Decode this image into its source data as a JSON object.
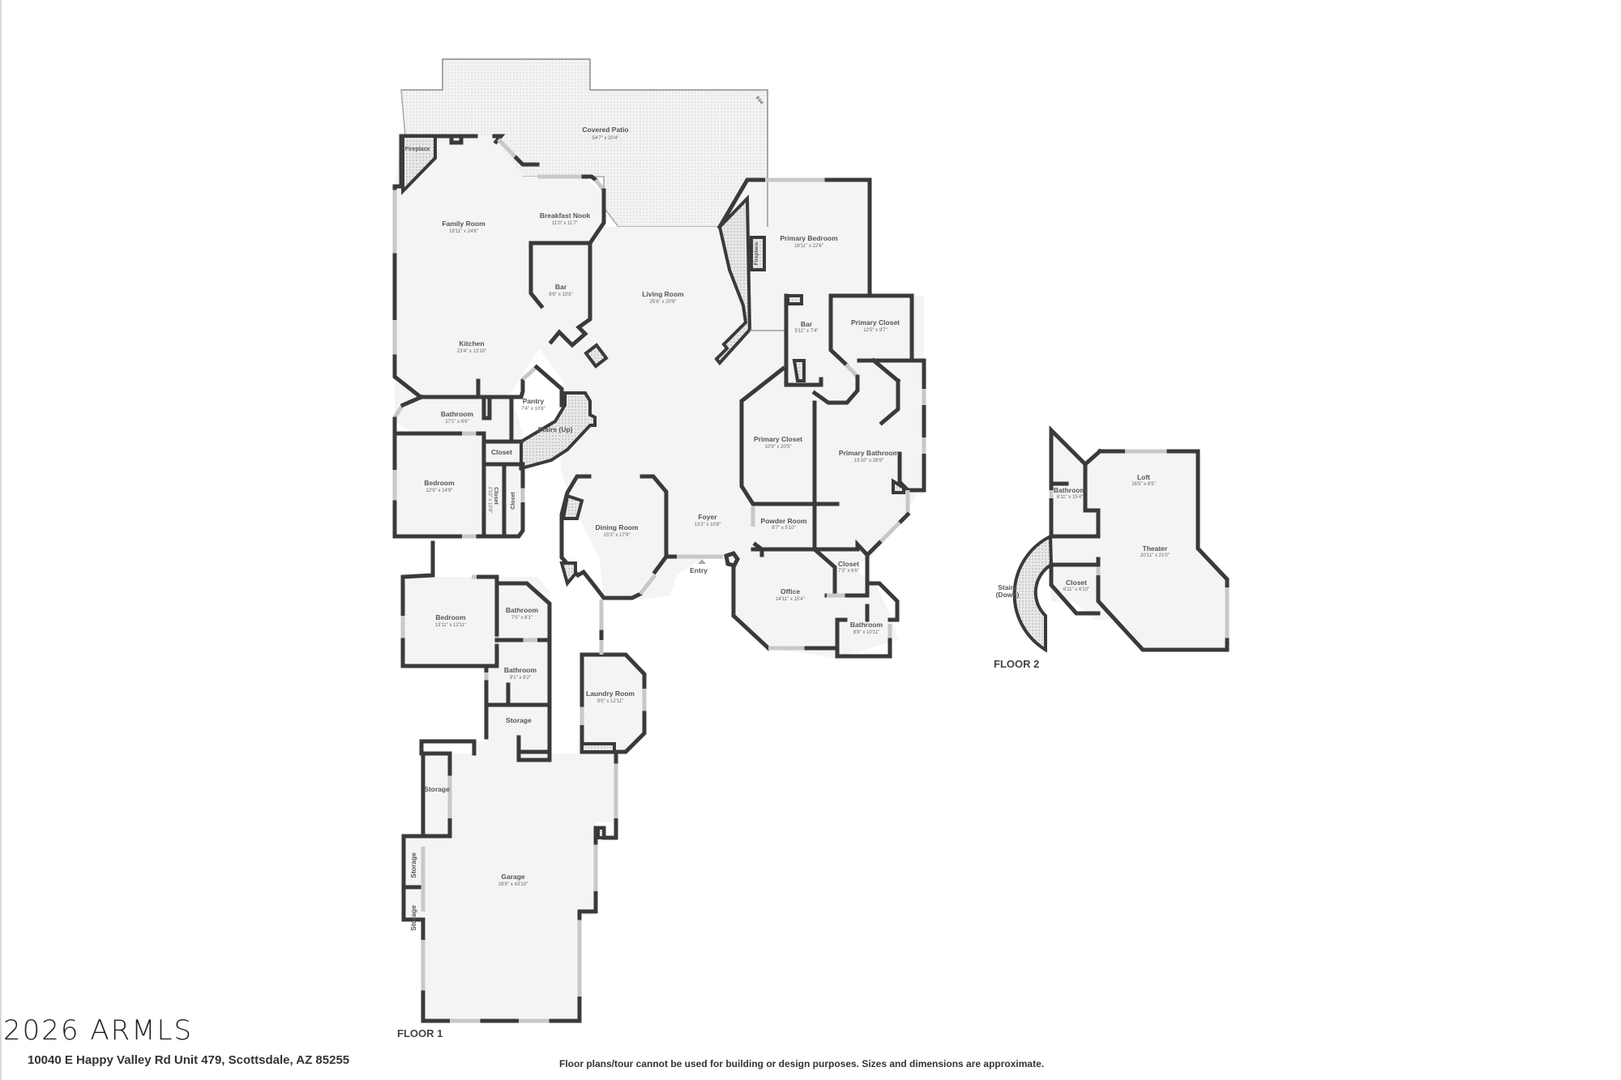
{
  "watermark": "2026 ARMLS",
  "address": "10040 E Happy Valley Rd Unit 479, Scottsdale, AZ 85255",
  "disclaimer": "Floor plans/tour cannot be used for building or design purposes. Sizes and dimensions are approximate.",
  "floors": [
    {
      "label": "FLOOR 1",
      "rooms": [
        {
          "name": "Covered Patio",
          "dims": "54'7\" x 20'4\""
        },
        {
          "name": "Fireplace",
          "dims": ""
        },
        {
          "name": "Fire",
          "dims": ""
        },
        {
          "name": "Family Room",
          "dims": "19'11\" x 24'6\""
        },
        {
          "name": "Breakfast Nook",
          "dims": "11'0\" x 11'7\""
        },
        {
          "name": "Bar",
          "dims": "8'6\" x 10'8\""
        },
        {
          "name": "Living Room",
          "dims": "25'6\" x 20'8\""
        },
        {
          "name": "Kitchen",
          "dims": "23'4\" x 13'10\""
        },
        {
          "name": "Primary Bedroom",
          "dims": "18'11\" x 22'6\""
        },
        {
          "name": "Fireplace",
          "dims": ""
        },
        {
          "name": "Bar",
          "dims": "5'11\" x 7'4\""
        },
        {
          "name": "Primary Closet",
          "dims": "12'5\" x 9'7\""
        },
        {
          "name": "Pantry",
          "dims": "7'4\" x 10'8\""
        },
        {
          "name": "Bathroom",
          "dims": "17'1\" x 6'6\""
        },
        {
          "name": "Stairs (Up)",
          "dims": ""
        },
        {
          "name": "Closet",
          "dims": ""
        },
        {
          "name": "Bedroom",
          "dims": "12'9\" x 14'9\""
        },
        {
          "name": "Closet",
          "dims": "2'10\" x 10'8\""
        },
        {
          "name": "Closet",
          "dims": ""
        },
        {
          "name": "Primary Closet",
          "dims": "10'9\" x 20'5\""
        },
        {
          "name": "Primary Bathroom",
          "dims": "15'10\" x 28'9\""
        },
        {
          "name": "Dining Room",
          "dims": "15'3\" x 17'9\""
        },
        {
          "name": "Foyer",
          "dims": "13'2\" x 10'6\""
        },
        {
          "name": "Powder Room",
          "dims": "8'7\" x 5'10\""
        },
        {
          "name": "Entry",
          "dims": ""
        },
        {
          "name": "Closet",
          "dims": "7'3\" x 6'6\""
        },
        {
          "name": "Office",
          "dims": "14'11\" x 15'4\""
        },
        {
          "name": "Bathroom",
          "dims": "8'8\" x 10'11\""
        },
        {
          "name": "Bedroom",
          "dims": "13'11\" x 12'11\""
        },
        {
          "name": "Bathroom",
          "dims": "7'5\" x 8'1\""
        },
        {
          "name": "Bathroom",
          "dims": "9'1\" x 9'2\""
        },
        {
          "name": "Laundry Room",
          "dims": "9'0\" x 12'11\""
        },
        {
          "name": "Storage",
          "dims": ""
        },
        {
          "name": "Storage",
          "dims": ""
        },
        {
          "name": "Storage",
          "dims": ""
        },
        {
          "name": "Storage",
          "dims": ""
        },
        {
          "name": "Garage",
          "dims": "28'6\" x 43'10\""
        }
      ]
    },
    {
      "label": "FLOOR 2",
      "rooms": [
        {
          "name": "Bathroom",
          "dims": "6'11\" x 15'4\""
        },
        {
          "name": "Loft",
          "dims": "16'5\" x 8'5\""
        },
        {
          "name": "Theater",
          "dims": "20'11\" x 21'0\""
        },
        {
          "name": "Closet",
          "dims": "6'11\" x 6'10\""
        },
        {
          "name": "Stairs",
          "dims": ""
        },
        {
          "name": "(Down)",
          "dims": ""
        }
      ]
    }
  ]
}
